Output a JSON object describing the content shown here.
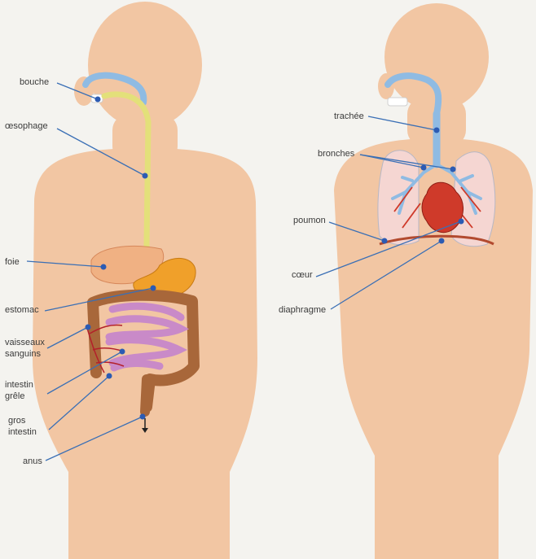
{
  "digestive": {
    "labels": {
      "bouche": "bouche",
      "oesophage": "œsophage",
      "foie": "foie",
      "estomac": "estomac",
      "vaisseaux_1": "vaisseaux",
      "vaisseaux_2": "sanguins",
      "intestin_grele_1": "intestin",
      "intestin_grele_2": "grêle",
      "gros_intestin_1": "gros",
      "gros_intestin_2": "intestin",
      "anus": "anus"
    }
  },
  "respiratory": {
    "labels": {
      "trachee": "trachée",
      "bronches": "bronches",
      "poumon": "poumon",
      "coeur": "cœur",
      "diaphragme": "diaphragme"
    }
  },
  "colors": {
    "skin": "#f2c6a3",
    "oesophagus": "#e3e07a",
    "stomach": "#f0a02a",
    "liver": "#f0b183",
    "small_intestine": "#c98ac8",
    "large_intestine": "#a8673a",
    "airway": "#8fbbe3",
    "heart": "#cf3a2a",
    "pointer": "#3a6fb5",
    "dot": "#2c5bb3"
  }
}
